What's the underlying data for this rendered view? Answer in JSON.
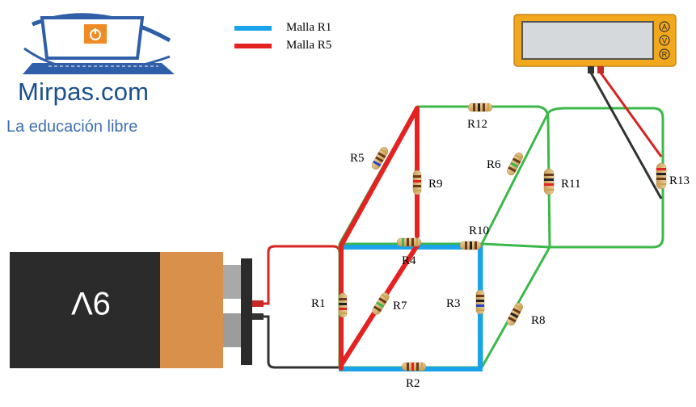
{
  "logo": {
    "name": "Mirpas.com",
    "tagline": "La educación libre",
    "icon": "monitor-power-icon"
  },
  "legend": [
    {
      "label": "Malla R1",
      "color": "#1aa3e8"
    },
    {
      "label": "Malla R5",
      "color": "#e52222"
    }
  ],
  "battery": {
    "label": "9V"
  },
  "multimeter": {
    "buttons": [
      "A",
      "V",
      "R"
    ],
    "color": "#f2a81d"
  },
  "resistors": {
    "r1": "R1",
    "r2": "R2",
    "r3": "R3",
    "r4": "R4",
    "r5": "R5",
    "r6": "R6",
    "r7": "R7",
    "r8": "R8",
    "r9": "R9",
    "r10": "R10",
    "r11": "R11",
    "r12": "R12",
    "r13": "R13"
  },
  "colors": {
    "wire_green": "#3cb84a",
    "wire_red": "#d82323",
    "wire_black": "#333333",
    "mesh_blue": "#1aa3e8",
    "mesh_red": "#e52222"
  }
}
